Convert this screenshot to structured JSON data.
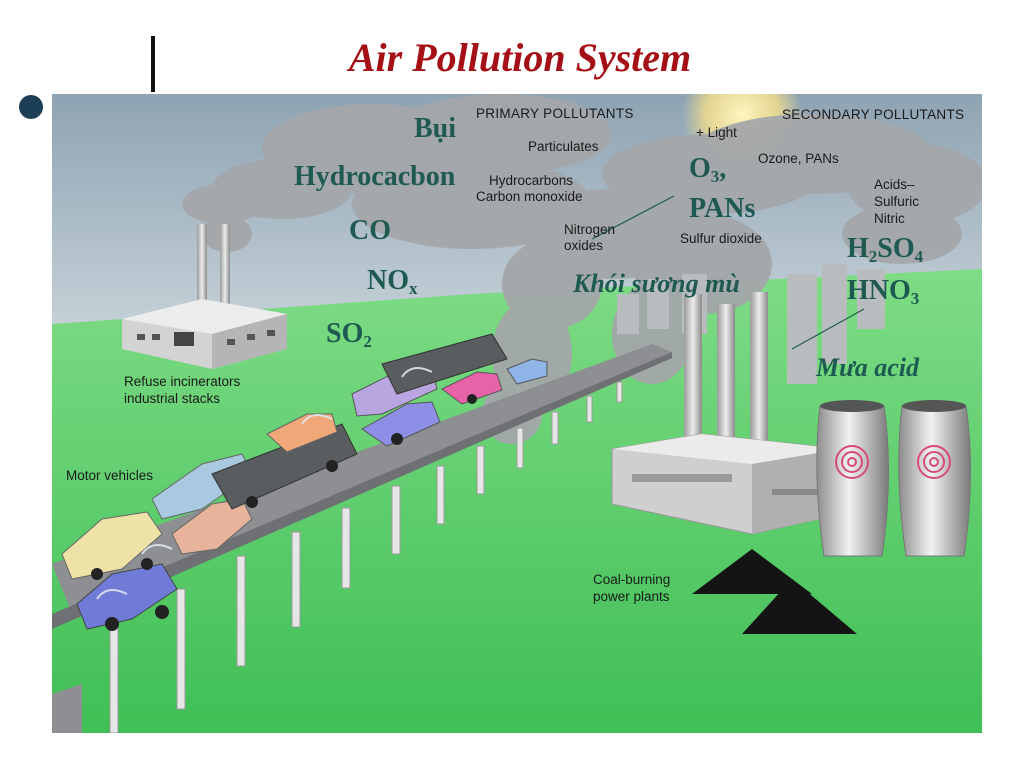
{
  "title": "Air Pollution System",
  "diagram": {
    "primary_header": "PRIMARY POLLUTANTS",
    "secondary_header": "SECONDARY POLLUTANTS",
    "particulates": "Particulates",
    "hydrocarbons": "Hydrocarbons",
    "carbon_monoxide": "Carbon monoxide",
    "nitrogen": "Nitrogen",
    "oxides": "oxides",
    "sulfur_dioxide": "Sulfur dioxide",
    "light": "+ Light",
    "ozone_pans": "Ozone, PANs",
    "acids": "Acids–",
    "sulfuric": "Sulfuric",
    "nitric": "Nitric",
    "refuse_1": "Refuse incinerators",
    "refuse_2": "industrial stacks",
    "motor_vehicles": "Motor vehicles",
    "coal_1": "Coal-burning",
    "coal_2": "power plants"
  },
  "overlay": {
    "bui": "Bụi",
    "hydrocacbon": "Hydrocacbon",
    "co": "CO",
    "no": "NO",
    "no_sub": "x",
    "so": "SO",
    "so_sub": "2",
    "o": "O",
    "o_sub": "3",
    "o_comma": ",",
    "pans": "PANs",
    "smog": "Khói sương mù",
    "h": "H",
    "h_sub": "2",
    "so4": "SO",
    "so4_sub": "4",
    "hno": "HNO",
    "hno_sub": "3",
    "acid_rain": "Mưa acid"
  },
  "colors": {
    "title": "#a50f16",
    "overlay_text": "#1f5a52",
    "sky": "#a9b9c4",
    "grass": "#5ccf6a",
    "smoke": "#9fa3a6"
  }
}
